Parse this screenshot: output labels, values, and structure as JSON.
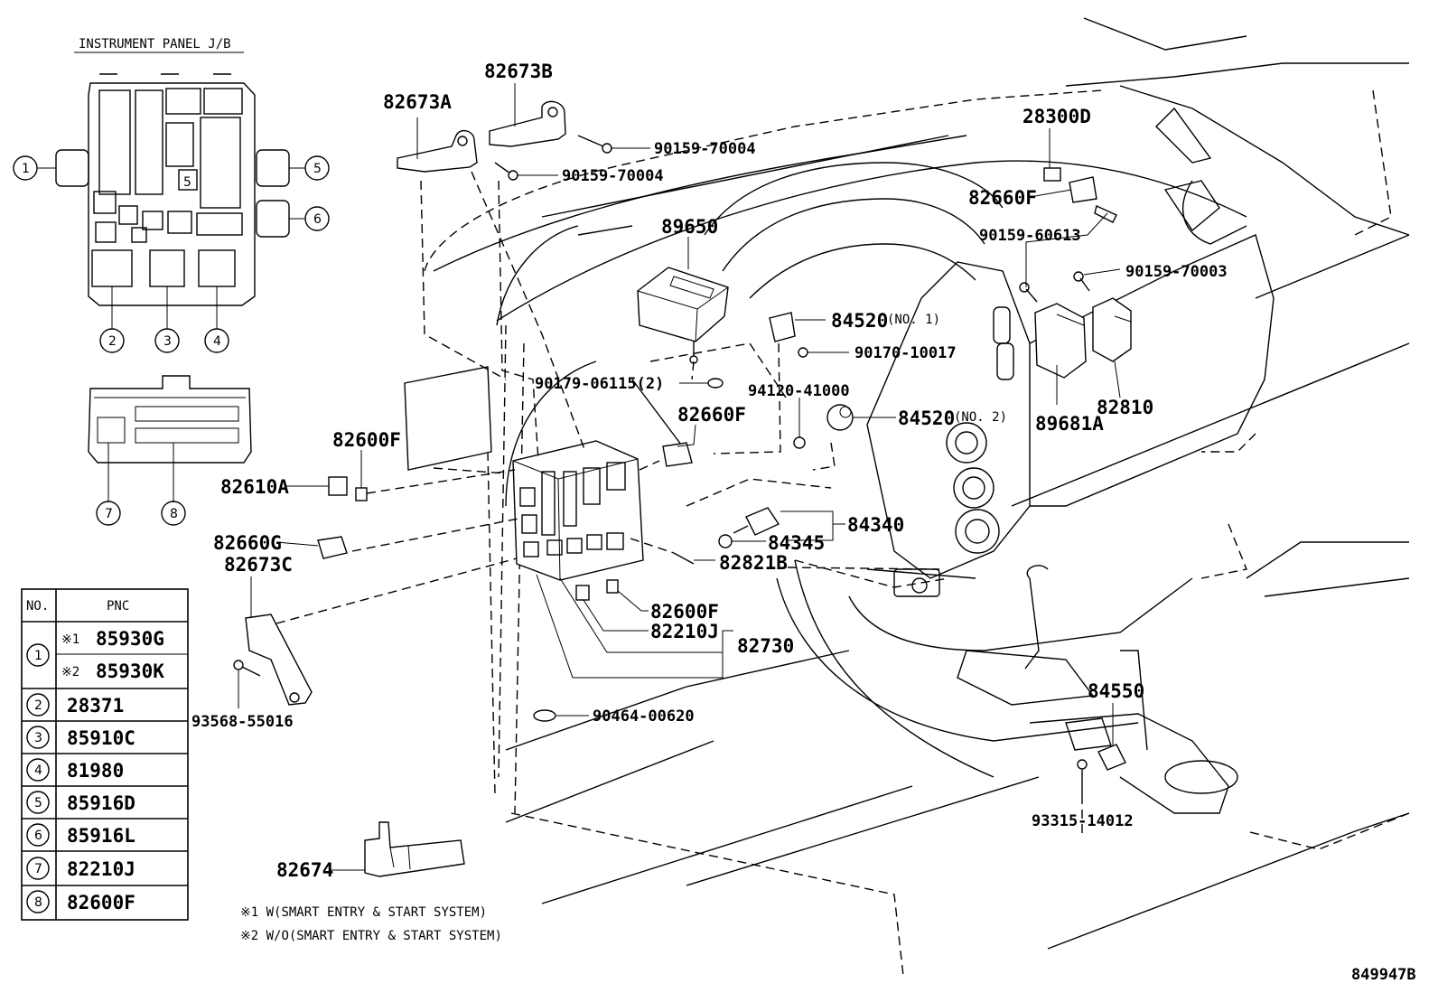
{
  "header": {
    "title": "INSTRUMENT PANEL J/B"
  },
  "footer": {
    "code": "849947B"
  },
  "notes": [
    "※1 W(SMART ENTRY & START SYSTEM)",
    "※2 W/O(SMART ENTRY & START SYSTEM)"
  ],
  "callouts": [
    "1",
    "2",
    "3",
    "4",
    "5",
    "6",
    "7",
    "8"
  ],
  "jb_inner_label": "5",
  "table": {
    "headers": [
      "NO.",
      "PNC"
    ],
    "rows": [
      {
        "no": "1",
        "pnc": "85930G",
        "mark": "※1"
      },
      {
        "no": "",
        "pnc": "85930K",
        "mark": "※2"
      },
      {
        "no": "2",
        "pnc": "28371",
        "mark": ""
      },
      {
        "no": "3",
        "pnc": "85910C",
        "mark": ""
      },
      {
        "no": "4",
        "pnc": "81980",
        "mark": ""
      },
      {
        "no": "5",
        "pnc": "85916D",
        "mark": ""
      },
      {
        "no": "6",
        "pnc": "85916L",
        "mark": ""
      },
      {
        "no": "7",
        "pnc": "82210J",
        "mark": ""
      },
      {
        "no": "8",
        "pnc": "82600F",
        "mark": ""
      }
    ]
  },
  "parts": {
    "p82673A": "82673A",
    "p82673B": "82673B",
    "p90159_70004a": "90159-70004",
    "p90159_70004b": "90159-70004",
    "p28300D": "28300D",
    "p82660F_top": "82660F",
    "p90159_60613": "90159-60613",
    "p90159_70003": "90159-70003",
    "p89650": "89650",
    "p84520_1": "84520",
    "p84520_1_sfx": "(NO. 1)",
    "p90170_10017": "90170-10017",
    "p90179_06115": "90179-06115(2)",
    "p94120_41000": "94120-41000",
    "p84520_2": "84520",
    "p84520_2_sfx": "(NO. 2)",
    "p89681A": "89681A",
    "p82810": "82810",
    "p82660F_mid": "82660F",
    "p82600F_left": "82600F",
    "p82610A": "82610A",
    "p82660G": "82660G",
    "p82673C": "82673C",
    "p84340": "84340",
    "p84345": "84345",
    "p82821B": "82821B",
    "p82600F_low": "82600F",
    "p82210J": "82210J",
    "p82730": "82730",
    "p93568_55016": "93568-55016",
    "p90464_00620": "90464-00620",
    "p84550": "84550",
    "p93315_14012": "93315-14012",
    "p82674": "82674"
  }
}
